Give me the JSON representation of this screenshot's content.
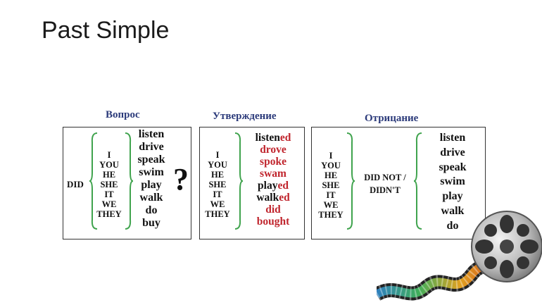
{
  "slide": {
    "title": "Past Simple"
  },
  "question": {
    "heading": "Вопрос",
    "aux": "DID",
    "pronouns": [
      "I",
      "YOU",
      "HE",
      "SHE",
      "IT",
      "WE",
      "THEY"
    ],
    "verbs": [
      "listen",
      "drive",
      "speak",
      "swim",
      "play",
      "walk",
      "do",
      "buy"
    ],
    "mark": "?"
  },
  "affirmative": {
    "heading": "Утверждение",
    "pronouns": [
      "I",
      "YOU",
      "HE",
      "SHE",
      "IT",
      "WE",
      "THEY"
    ],
    "verbs": [
      {
        "stem": "listen",
        "ending": "ed"
      },
      {
        "stem": "",
        "ending": "drove"
      },
      {
        "stem": "",
        "ending": "spoke"
      },
      {
        "stem": "",
        "ending": "swam"
      },
      {
        "stem": "play",
        "ending": "ed"
      },
      {
        "stem": "walk",
        "ending": "ed"
      },
      {
        "stem": "",
        "ending": "did"
      },
      {
        "stem": "",
        "ending": "bought"
      }
    ]
  },
  "negative": {
    "heading": "Отрицание",
    "pronouns": [
      "I",
      "YOU",
      "HE",
      "SHE",
      "IT",
      "WE",
      "THEY"
    ],
    "aux_line1": "DID NOT /",
    "aux_line2": "DIDN'T",
    "verbs": [
      "listen",
      "drive",
      "speak",
      "swim",
      "play",
      "walk",
      "do"
    ]
  },
  "colors": {
    "heading": "#2b3a7a",
    "brace": "#3fa34d",
    "highlight": "#c0252d"
  },
  "decor": {
    "icon": "film-reel-icon"
  }
}
